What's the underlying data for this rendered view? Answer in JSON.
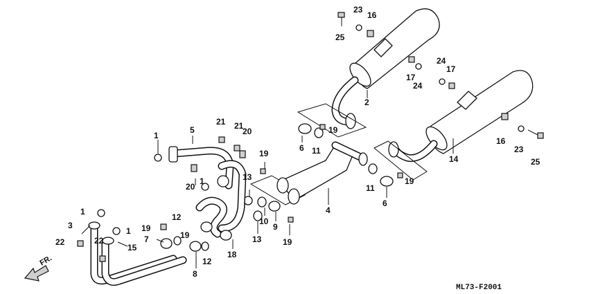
{
  "drawing_code": "ML73-F2001",
  "direction_label": "FR.",
  "callouts": {
    "c1a": "1",
    "c1b": "1",
    "c1c": "1",
    "c1d": "1",
    "c2": "2",
    "c3": "3",
    "c4": "4",
    "c5": "5",
    "c6a": "6",
    "c6b": "6",
    "c7": "7",
    "c8": "8",
    "c9": "9",
    "c10": "10",
    "c11a": "11",
    "c11b": "11",
    "c12a": "12",
    "c12b": "12",
    "c13a": "13",
    "c13b": "13",
    "c14": "14",
    "c15": "15",
    "c16a": "16",
    "c16b": "16",
    "c17a": "17",
    "c17b": "17",
    "c19a": "19",
    "c19b": "19",
    "c19c": "19",
    "c19d": "19",
    "c19e": "19",
    "c19f": "19",
    "c20a": "20",
    "c20b": "20",
    "c21a": "21",
    "c21b": "21",
    "c22a": "22",
    "c22b": "22",
    "c23a": "23",
    "c23b": "23",
    "c24a": "24",
    "c24b": "24",
    "c25a": "25",
    "c25b": "25"
  }
}
